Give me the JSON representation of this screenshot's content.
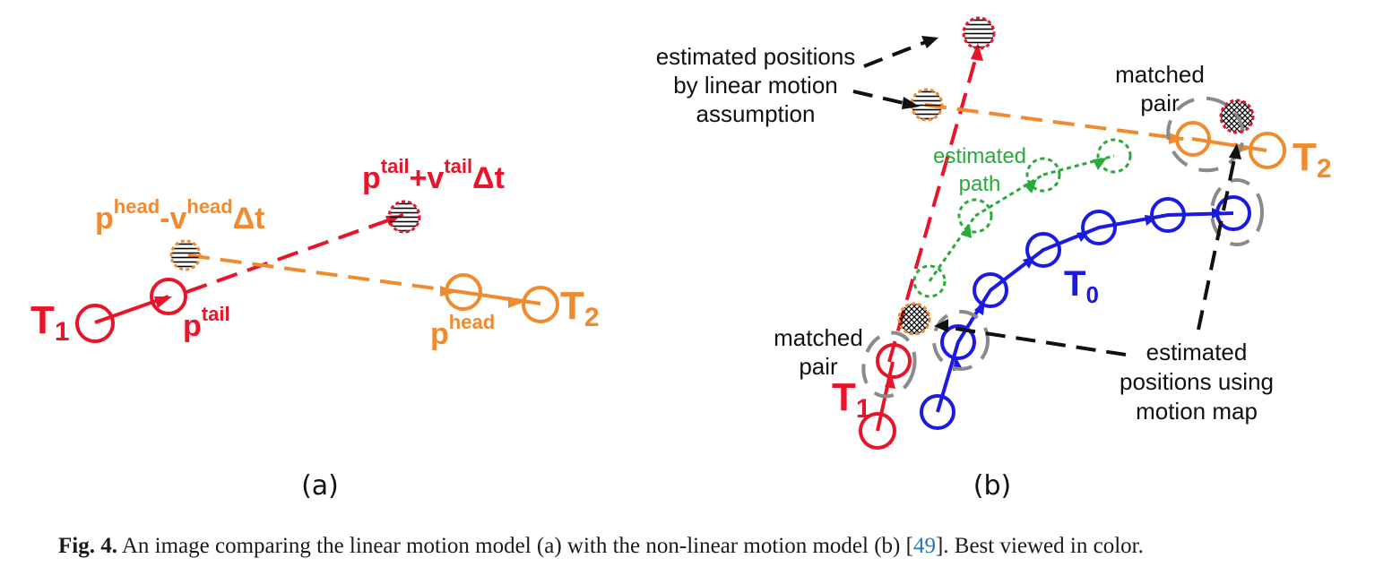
{
  "colors": {
    "red": "#e8142a",
    "orange": "#f08a2e",
    "green": "#2aaa3a",
    "blue": "#1a1ae0",
    "gray": "#8a8a8a",
    "black": "#111111",
    "ref_link": "#2a72b8"
  },
  "panel_a": {
    "label": "(a)",
    "t1": {
      "main": "T",
      "sub": "1"
    },
    "t2": {
      "main": "T",
      "sub": "2"
    },
    "p_tail": {
      "main": "p",
      "sup": "tail"
    },
    "p_head": {
      "main": "p",
      "sup": "head"
    },
    "est_tail": {
      "p": "p",
      "tail1": "tail",
      "plus_v": "+v",
      "tail2": "tail",
      "dt": "Δt"
    },
    "est_head": {
      "p": "p",
      "head1": "head",
      "minus_v": "-v",
      "head2": "head",
      "dt": "Δt"
    }
  },
  "panel_b": {
    "label": "(b)",
    "annot_linear": [
      "estimated positions",
      "by linear motion",
      "assumption"
    ],
    "annot_matched_top": [
      "matched",
      "pair"
    ],
    "annot_matched_bottom": [
      "matched",
      "pair"
    ],
    "annot_path": [
      "estimated",
      "path"
    ],
    "annot_map": [
      "estimated",
      "positions using",
      "motion map"
    ],
    "t0": {
      "main": "T",
      "sub": "0"
    },
    "t1": {
      "main": "T",
      "sub": "1"
    },
    "t2": {
      "main": "T",
      "sub": "2"
    }
  },
  "caption": {
    "fig": "Fig. 4.",
    "text1": " An image comparing the linear motion model (a) with the non-linear motion model (b) [",
    "ref": "49",
    "text2": "]. Best viewed in color."
  }
}
